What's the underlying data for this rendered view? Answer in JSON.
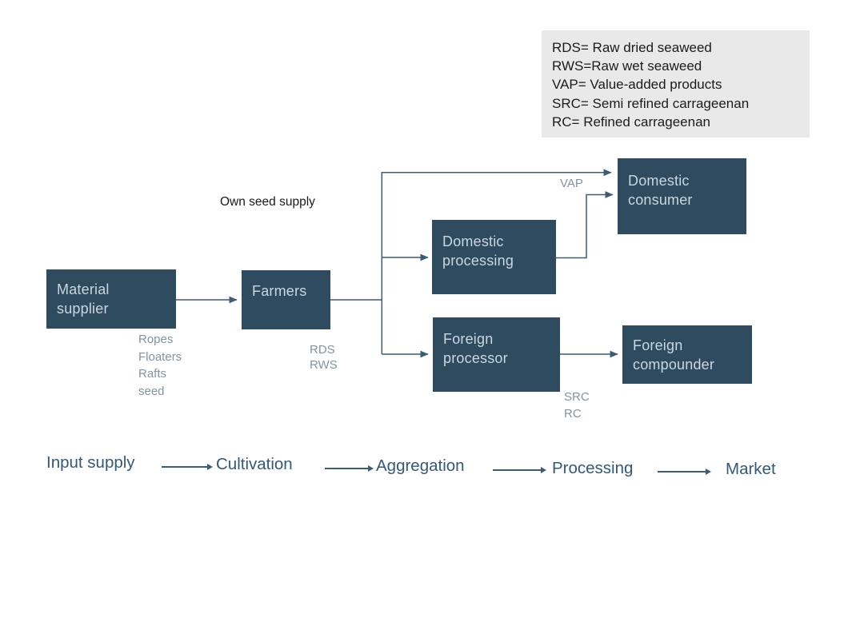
{
  "colors": {
    "node_fill": "#2e4b60",
    "node_text": "#ccd6de",
    "connector": "#3d5c76",
    "muted_label": "#8293a4",
    "flow_text": "#33597a",
    "legend_background": "#e9e9e9",
    "legend_text": "#1c1c1c"
  },
  "legend": {
    "items": [
      "RDS= Raw dried seaweed",
      "RWS=Raw wet seaweed",
      "VAP= Value-added products",
      "SRC= Semi refined carrageenan",
      "RC= Refined carrageenan"
    ]
  },
  "nodes": {
    "material_supplier": "Material\nsupplier",
    "farmers": "Farmers",
    "domestic_processing": "Domestic\nprocessing",
    "domestic_consumer": "Domestic\nconsumer",
    "foreign_processor": "Foreign\nprocessor",
    "foreign_compounder": "Foreign\ncompounder"
  },
  "labels": {
    "own_seed_supply": "Own seed supply",
    "material_supplier_outputs": "Ropes\nFloaters\nRafts\nseed",
    "farmers_outputs": "RDS\nRWS",
    "vap": "VAP",
    "foreign_processor_outputs": "SRC\nRC"
  },
  "flow": {
    "stages": [
      "Input supply",
      "Cultivation",
      "Aggregation",
      "Processing",
      "Market"
    ]
  }
}
